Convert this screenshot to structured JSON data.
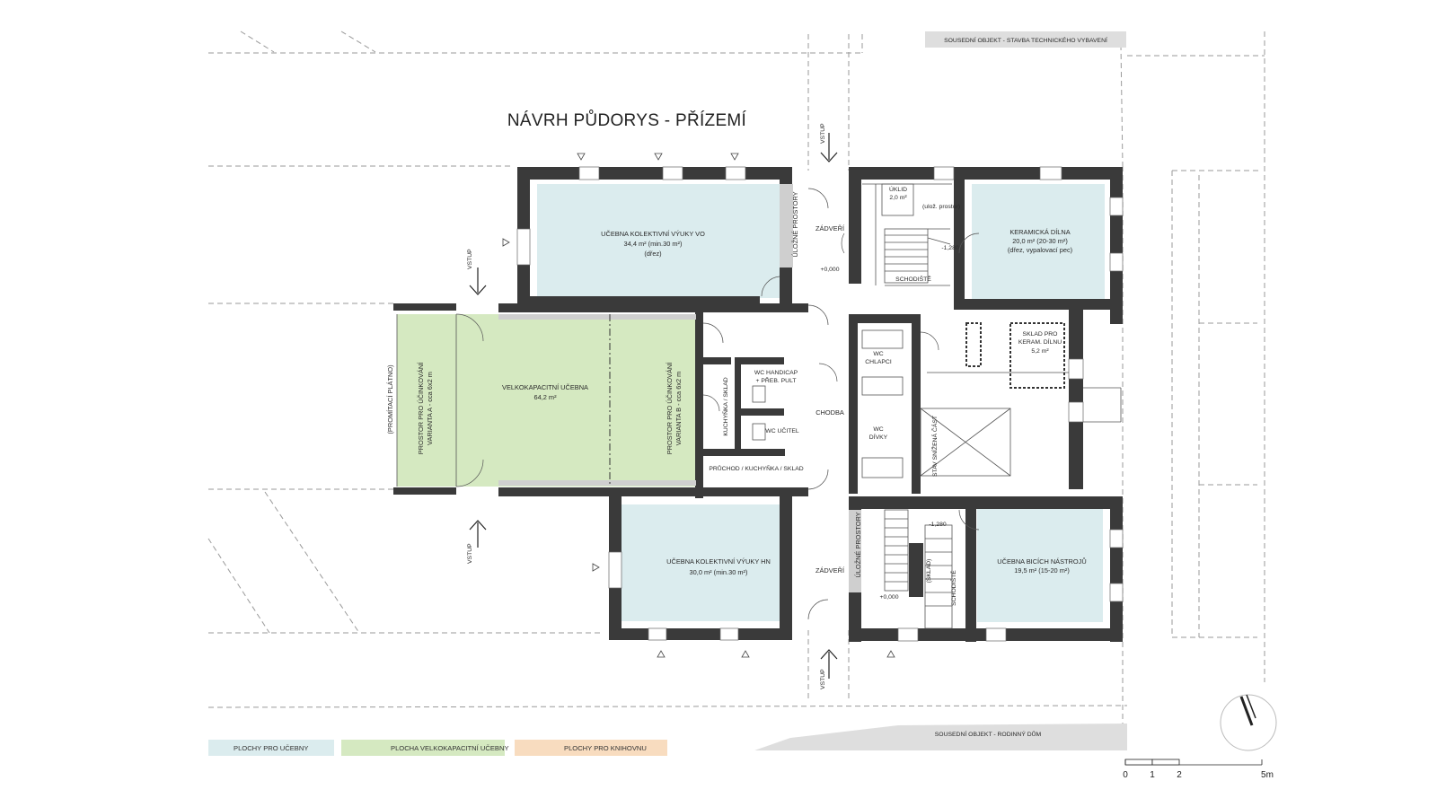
{
  "title": "NÁVRH PŮDORYS - PŘÍZEMÍ",
  "neighbors": {
    "top": "SOUSEDNÍ OBJEKT - STAVBA TECHNICKÉHO VYBAVENÍ",
    "bottom": "SOUSEDNÍ OBJEKT - RODINNÝ DŮM"
  },
  "entrance": "VSTUP",
  "rooms": {
    "vo": {
      "name": "UČEBNA KOLEKTIVNÍ VÝUKY VO",
      "area": "34,4 m² (min.30 m²)",
      "note": "(dřez)"
    },
    "hn": {
      "name": "UČEBNA KOLEKTIVNÍ VÝUKY HN",
      "area": "30,0 m² (min.30 m²)"
    },
    "velka": {
      "name": "VELKOKAPACITNÍ UČEBNA",
      "area": "64,2 m²"
    },
    "varA": {
      "line1": "PROSTOR PRO ÚČINKOVÁNÍ",
      "line2": "VARIANTA A - cca 6x2 m"
    },
    "varB": {
      "line1": "PROSTOR PRO ÚČINKOVÁNÍ",
      "line2": "VARIANTA B - cca 6x2 m"
    },
    "platno": "(PROMÍTACÍ PLÁTNO)",
    "keram": {
      "name": "KERAMICKÁ DÍLNA",
      "area": "20,0 m² (20-30 m²)",
      "note": "(dřez, vypalovací pec)"
    },
    "sklad_keram": {
      "l1": "SKLAD PRO",
      "l2": "KERAM. DÍLNU",
      "area": "5,2 m²"
    },
    "bici": {
      "name": "UČEBNA BICÍCH NÁSTROJŮ",
      "area": "19,5 m² (15-20 m²)"
    },
    "uklid": {
      "name": "ÚKLID",
      "area": "2,0 m²"
    },
    "ulozny": "(ulož. prostor)",
    "zadveri_top": "ZÁDVEŘÍ",
    "zadveri_bottom": "ZÁDVEŘÍ",
    "ulozne_top": "ÚLOŽNÉ PROSTORY",
    "ulozne_bottom": "ÚLOŽNÉ PROSTORY",
    "schodiste_top": "SCHODIŠTĚ",
    "schodiste_bottom": "SCHODIŠTĚ",
    "wc_handicap_1": "WC HANDICAP",
    "wc_handicap_2": "+ PŘEB. PULT",
    "wc_ucitel": "WC UČITEL",
    "kuchynka": "KUCHYŇKA / SKLAD",
    "pruchod": "PRŮCHOD / KUCHYŇKA / SKLAD",
    "chodba": "CHODBA",
    "wc_chlapci_1": "WC",
    "wc_chlapci_2": "CHLAPCI",
    "wc_divky_1": "WC",
    "wc_divky_2": "DÍVKY",
    "stav": "STAV SNÍŽENÁ ČÁST",
    "sklad": "(SKLAD)"
  },
  "levels": {
    "top_hall": "+0,000",
    "top_stair": "-1,280",
    "bottom_stair": "-1,280",
    "bottom_hall": "+0,000"
  },
  "legend": [
    {
      "label": "PLOCHY PRO UČEBNY",
      "color": "#dbecee"
    },
    {
      "label": "PLOCHA VELKOKAPACITNÍ UČEBNY",
      "color": "#d5e9c1"
    },
    {
      "label": "PLOCHY PRO KNIHOVNU",
      "color": "#f8dcbf"
    }
  ],
  "colors": {
    "classroom": "#dbecee",
    "big_classroom": "#d5e9c1",
    "library": "#f8dcbf",
    "wall": "#3a3a3a"
  },
  "scale": {
    "ticks": [
      "0",
      "1",
      "2",
      "5m"
    ]
  }
}
